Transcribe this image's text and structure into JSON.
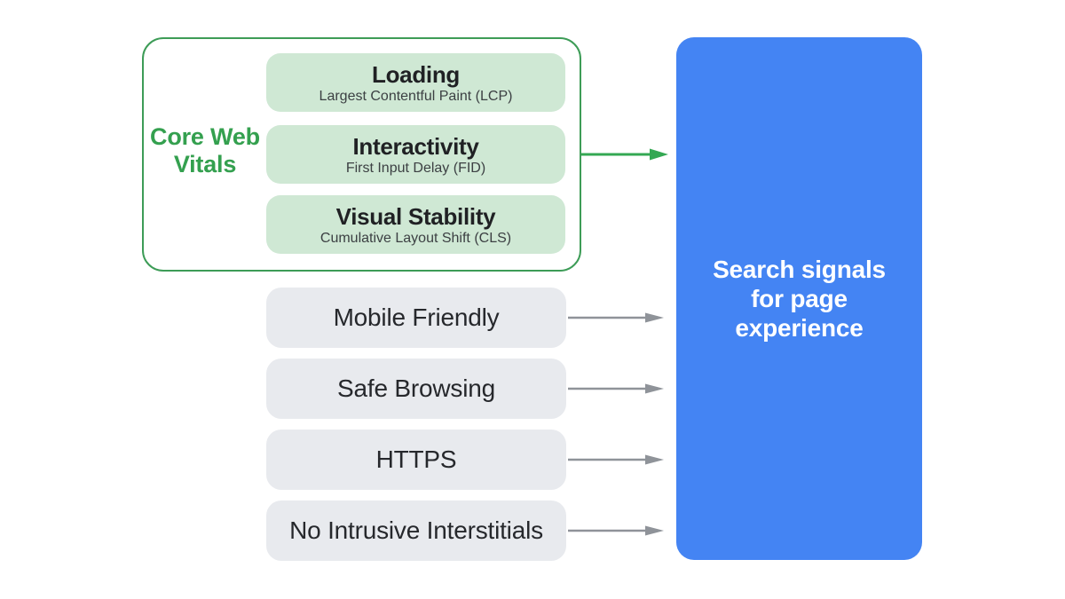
{
  "colors": {
    "background": "#ffffff",
    "green_border": "#3d9c57",
    "green_text": "#34a04f",
    "green_arrow": "#34a853",
    "light_green": "#cfe8d4",
    "gray_pill": "#e8eaee",
    "blue": "#4484f3",
    "arrow_gray": "#8f9399",
    "text_dark": "#202124",
    "text_subtle": "#3c4043",
    "text_gray_label": "#26282c",
    "white": "#ffffff"
  },
  "core_web_vitals": {
    "label": "Core Web Vitals",
    "items": [
      {
        "title": "Loading",
        "subtitle": "Largest Contentful Paint (LCP)"
      },
      {
        "title": "Interactivity",
        "subtitle": "First Input Delay (FID)"
      },
      {
        "title": "Visual Stability",
        "subtitle": "Cumulative Layout Shift (CLS)"
      }
    ]
  },
  "other_signals": [
    {
      "label": "Mobile Friendly"
    },
    {
      "label": "Safe Browsing"
    },
    {
      "label": "HTTPS"
    },
    {
      "label": "No Intrusive Interstitials"
    }
  ],
  "result_box": {
    "label": "Search signals for page experience"
  }
}
